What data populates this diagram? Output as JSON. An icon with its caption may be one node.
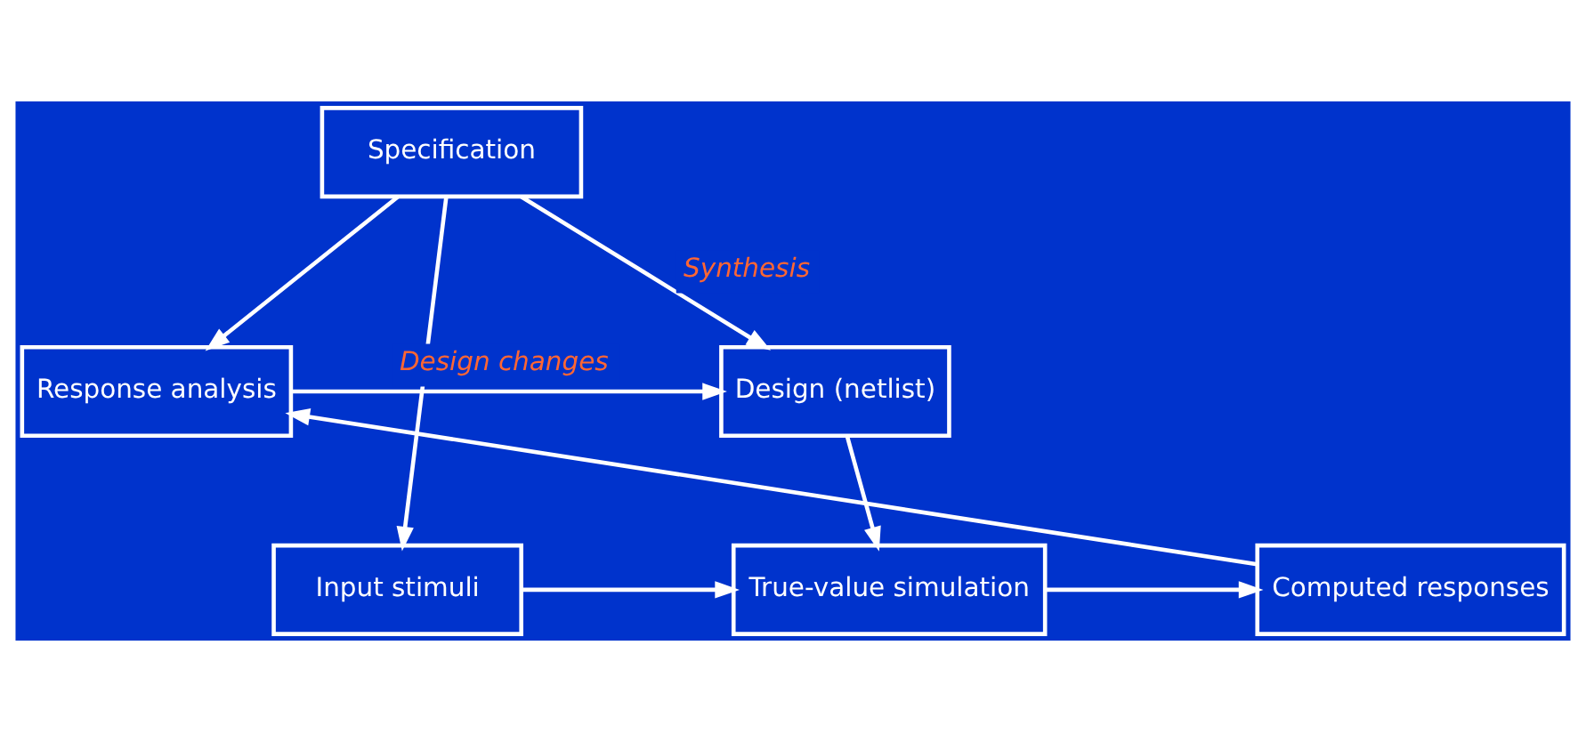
{
  "diagram": {
    "nodes": [
      {
        "text": [
          "Specification"
        ]
      },
      {
        "text": [
          "Response analysis"
        ]
      },
      {
        "text": [
          "Design (netlist)"
        ]
      },
      {
        "text": [
          "Computed responses"
        ]
      },
      {
        "text": [
          "True-value simulation"
        ]
      },
      {
        "text": [
          "Input stimuli"
        ]
      }
    ],
    "edges": [
      {
        "from": 0,
        "to": 1,
        "arrow": "to"
      },
      {
        "from": 0,
        "to": 2,
        "arrow": "to",
        "label": "Synthesis"
      },
      {
        "from": 0,
        "to": 5,
        "arrow": "to"
      },
      {
        "from": 1,
        "to": 2,
        "arrow": "to",
        "label": "Design changes"
      },
      {
        "from": 2,
        "to": 4,
        "arrow": "to"
      },
      {
        "from": 4,
        "to": 3,
        "arrow": "to"
      },
      {
        "from": 3,
        "to": 1,
        "arrow": "to"
      },
      {
        "from": 5,
        "to": 4,
        "arrow": "to"
      }
    ]
  }
}
